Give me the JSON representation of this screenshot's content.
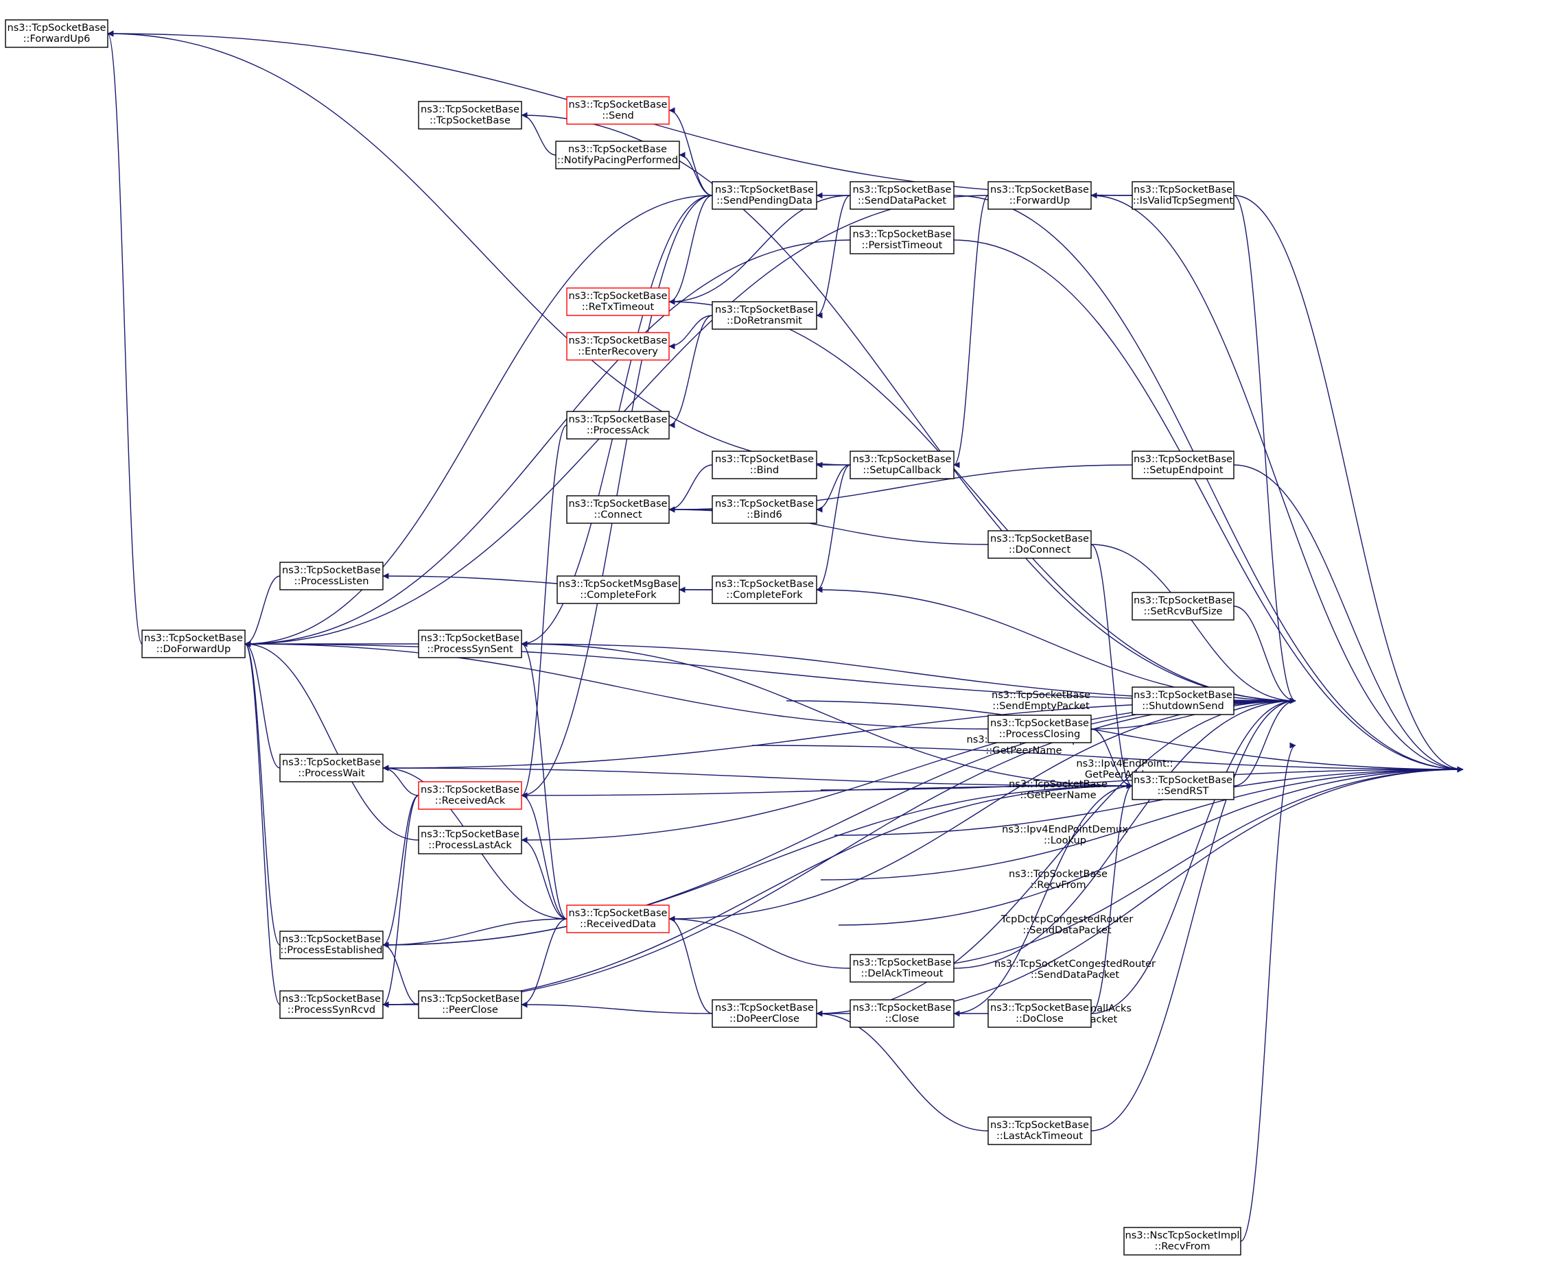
{
  "colors": {
    "edge": "#191970",
    "node_border": "#000000",
    "node_border_highlight": "#ff0000",
    "node_fill": "#ffffff",
    "focus_fill": "#bfbfbf"
  },
  "nodes": [
    {
      "id": "getpeeraddress",
      "label": "ns3::Ipv4EndPoint::\nGetPeerAddress",
      "focus": true
    },
    {
      "id": "sendemptypacket",
      "label": "ns3::TcpSocketBase\n::SendEmptyPacket"
    },
    {
      "id": "nscgetpeername",
      "label": "ns3::NscTcpSocketImpl\n::GetPeerName"
    },
    {
      "id": "tcpgetpeername",
      "label": "ns3::TcpSocketBase\n::GetPeerName"
    },
    {
      "id": "demuxlookup",
      "label": "ns3::Ipv4EndPointDemux\n::Lookup"
    },
    {
      "id": "recvfrom",
      "label": "ns3::TcpSocketBase\n::RecvFrom"
    },
    {
      "id": "dctcpsend",
      "label": "TcpDctcpCongestedRouter\n::SendDataPacket"
    },
    {
      "id": "congestedsend",
      "label": "ns3::TcpSocketCongestedRouter\n::SendDataPacket"
    },
    {
      "id": "smallacks",
      "label": "ns3::TcpSocketSmallAcks\n::SendEmptyPacket"
    },
    {
      "id": "isvalid",
      "label": "ns3::TcpSocketBase\n::IsValidTcpSegment"
    },
    {
      "id": "setupendpoint",
      "label": "ns3::TcpSocketBase\n::SetupEndpoint"
    },
    {
      "id": "setrcvbuf",
      "label": "ns3::TcpSocketBase\n::SetRcvBufSize"
    },
    {
      "id": "shutdownsend",
      "label": "ns3::TcpSocketBase\n::ShutdownSend"
    },
    {
      "id": "sendrst",
      "label": "ns3::TcpSocketBase\n::SendRST"
    },
    {
      "id": "nscrecvfrom",
      "label": "ns3::NscTcpSocketImpl\n::RecvFrom"
    },
    {
      "id": "forwardup",
      "label": "ns3::TcpSocketBase\n::ForwardUp"
    },
    {
      "id": "doconnect",
      "label": "ns3::TcpSocketBase\n::DoConnect"
    },
    {
      "id": "processclosing",
      "label": "ns3::TcpSocketBase\n::ProcessClosing"
    },
    {
      "id": "doclose",
      "label": "ns3::TcpSocketBase\n::DoClose"
    },
    {
      "id": "lastacktimeout",
      "label": "ns3::TcpSocketBase\n::LastAckTimeout"
    },
    {
      "id": "senddatapacket",
      "label": "ns3::TcpSocketBase\n::SendDataPacket"
    },
    {
      "id": "persisttimeout",
      "label": "ns3::TcpSocketBase\n::PersistTimeout"
    },
    {
      "id": "setupcallback",
      "label": "ns3::TcpSocketBase\n::SetupCallback"
    },
    {
      "id": "delacktimeout",
      "label": "ns3::TcpSocketBase\n::DelAckTimeout"
    },
    {
      "id": "close",
      "label": "ns3::TcpSocketBase\n::Close"
    },
    {
      "id": "sendpendingdata",
      "label": "ns3::TcpSocketBase\n::SendPendingData"
    },
    {
      "id": "doretransmit",
      "label": "ns3::TcpSocketBase\n::DoRetransmit"
    },
    {
      "id": "bind",
      "label": "ns3::TcpSocketBase\n::Bind"
    },
    {
      "id": "bind6",
      "label": "ns3::TcpSocketBase\n::Bind6"
    },
    {
      "id": "completefork",
      "label": "ns3::TcpSocketBase\n::CompleteFork"
    },
    {
      "id": "dopeerclose",
      "label": "ns3::TcpSocketBase\n::DoPeerClose"
    },
    {
      "id": "send",
      "label": "ns3::TcpSocketBase\n::Send",
      "highlight": true
    },
    {
      "id": "notifypacing",
      "label": "ns3::TcpSocketBase\n::NotifyPacingPerformed"
    },
    {
      "id": "retxtimeout",
      "label": "ns3::TcpSocketBase\n::ReTxTimeout",
      "highlight": true
    },
    {
      "id": "enterrecovery",
      "label": "ns3::TcpSocketBase\n::EnterRecovery",
      "highlight": true
    },
    {
      "id": "processack",
      "label": "ns3::TcpSocketBase\n::ProcessAck"
    },
    {
      "id": "connect",
      "label": "ns3::TcpSocketBase\n::Connect"
    },
    {
      "id": "msgcompletefork",
      "label": "ns3::TcpSocketMsgBase\n::CompleteFork"
    },
    {
      "id": "receiveddata",
      "label": "ns3::TcpSocketBase\n::ReceivedData",
      "highlight": true
    },
    {
      "id": "tcpsocketbase",
      "label": "ns3::TcpSocketBase\n::TcpSocketBase"
    },
    {
      "id": "processsynsent",
      "label": "ns3::TcpSocketBase\n::ProcessSynSent"
    },
    {
      "id": "receivedack",
      "label": "ns3::TcpSocketBase\n::ReceivedAck",
      "highlight": true
    },
    {
      "id": "processlastack",
      "label": "ns3::TcpSocketBase\n::ProcessLastAck"
    },
    {
      "id": "peerclose",
      "label": "ns3::TcpSocketBase\n::PeerClose"
    },
    {
      "id": "processlisten",
      "label": "ns3::TcpSocketBase\n::ProcessListen"
    },
    {
      "id": "processwait",
      "label": "ns3::TcpSocketBase\n::ProcessWait"
    },
    {
      "id": "processestablished",
      "label": "ns3::TcpSocketBase\n::ProcessEstablished"
    },
    {
      "id": "processsynrcvd",
      "label": "ns3::TcpSocketBase\n::ProcessSynRcvd"
    },
    {
      "id": "doforwardup",
      "label": "ns3::TcpSocketBase\n::DoForwardUp"
    },
    {
      "id": "forwardup6",
      "label": "ns3::TcpSocketBase\n::ForwardUp6"
    }
  ],
  "edges": [
    [
      "sendemptypacket",
      "getpeeraddress"
    ],
    [
      "nscgetpeername",
      "getpeeraddress"
    ],
    [
      "tcpgetpeername",
      "getpeeraddress"
    ],
    [
      "demuxlookup",
      "getpeeraddress"
    ],
    [
      "recvfrom",
      "getpeeraddress"
    ],
    [
      "dctcpsend",
      "getpeeraddress"
    ],
    [
      "congestedsend",
      "getpeeraddress"
    ],
    [
      "smallacks",
      "getpeeraddress"
    ],
    [
      "isvalid",
      "getpeeraddress"
    ],
    [
      "setupendpoint",
      "getpeeraddress"
    ],
    [
      "senddatapacket",
      "getpeeraddress"
    ],
    [
      "persisttimeout",
      "getpeeraddress"
    ],
    [
      "forwardup",
      "getpeeraddress"
    ],
    [
      "setrcvbuf",
      "sendemptypacket"
    ],
    [
      "shutdownsend",
      "sendemptypacket"
    ],
    [
      "sendrst",
      "sendemptypacket"
    ],
    [
      "isvalid",
      "sendemptypacket"
    ],
    [
      "doconnect",
      "sendemptypacket"
    ],
    [
      "processclosing",
      "sendemptypacket"
    ],
    [
      "doclose",
      "sendemptypacket"
    ],
    [
      "lastacktimeout",
      "sendemptypacket"
    ],
    [
      "delacktimeout",
      "sendemptypacket"
    ],
    [
      "dopeerclose",
      "sendemptypacket"
    ],
    [
      "completefork",
      "sendemptypacket"
    ],
    [
      "retxtimeout",
      "sendemptypacket"
    ],
    [
      "tcpsocketbase",
      "sendemptypacket"
    ],
    [
      "processsynsent",
      "sendemptypacket"
    ],
    [
      "doforwardup",
      "sendemptypacket"
    ],
    [
      "processwait",
      "sendemptypacket"
    ],
    [
      "processlastack",
      "sendemptypacket"
    ],
    [
      "processestablished",
      "sendemptypacket"
    ],
    [
      "processsynrcvd",
      "sendemptypacket"
    ],
    [
      "receiveddata",
      "sendemptypacket"
    ],
    [
      "nscrecvfrom",
      "nscgetpeername"
    ],
    [
      "isvalid",
      "forwardup"
    ],
    [
      "isvalid",
      "forwardup6"
    ],
    [
      "setupendpoint",
      "connect"
    ],
    [
      "doconnect",
      "sendrst"
    ],
    [
      "processclosing",
      "sendrst"
    ],
    [
      "close",
      "sendrst"
    ],
    [
      "doclose",
      "sendrst"
    ],
    [
      "sendrst",
      "processsynsent"
    ],
    [
      "sendrst",
      "processwait"
    ],
    [
      "sendrst",
      "receivedack"
    ],
    [
      "sendrst",
      "processestablished"
    ],
    [
      "sendrst",
      "processsynrcvd"
    ],
    [
      "forwardup",
      "setupcallback"
    ],
    [
      "forwardup",
      "doforwardup"
    ],
    [
      "doconnect",
      "connect"
    ],
    [
      "doclose",
      "close"
    ],
    [
      "lastacktimeout",
      "dopeerclose"
    ],
    [
      "senddatapacket",
      "sendpendingdata"
    ],
    [
      "senddatapacket",
      "doretransmit"
    ],
    [
      "senddatapacket",
      "retxtimeout"
    ],
    [
      "persisttimeout",
      "doforwardup"
    ],
    [
      "setupcallback",
      "bind"
    ],
    [
      "setupcallback",
      "bind6"
    ],
    [
      "setupcallback",
      "completefork"
    ],
    [
      "setupcallback",
      "forwardup6"
    ],
    [
      "delacktimeout",
      "receiveddata"
    ],
    [
      "close",
      "dopeerclose"
    ],
    [
      "sendpendingdata",
      "send"
    ],
    [
      "sendpendingdata",
      "notifypacing"
    ],
    [
      "sendpendingdata",
      "retxtimeout"
    ],
    [
      "sendpendingdata",
      "doforwardup"
    ],
    [
      "sendpendingdata",
      "processsynsent"
    ],
    [
      "sendpendingdata",
      "receivedack"
    ],
    [
      "doretransmit",
      "enterrecovery"
    ],
    [
      "doretransmit",
      "processack"
    ],
    [
      "bind",
      "connect"
    ],
    [
      "bind6",
      "connect"
    ],
    [
      "completefork",
      "msgcompletefork"
    ],
    [
      "completefork",
      "processlisten"
    ],
    [
      "dopeerclose",
      "peerclose"
    ],
    [
      "dopeerclose",
      "receiveddata"
    ],
    [
      "notifypacing",
      "tcpsocketbase"
    ],
    [
      "processack",
      "receivedack"
    ],
    [
      "receiveddata",
      "processsynsent"
    ],
    [
      "receiveddata",
      "processwait"
    ],
    [
      "receiveddata",
      "receivedack"
    ],
    [
      "receiveddata",
      "processlastack"
    ],
    [
      "receiveddata",
      "processestablished"
    ],
    [
      "receiveddata",
      "peerclose"
    ],
    [
      "processsynsent",
      "doforwardup"
    ],
    [
      "processclosing",
      "doforwardup"
    ],
    [
      "receivedack",
      "processwait"
    ],
    [
      "receivedack",
      "processestablished"
    ],
    [
      "receivedack",
      "processsynrcvd"
    ],
    [
      "peerclose",
      "processestablished"
    ],
    [
      "peerclose",
      "processsynrcvd"
    ],
    [
      "processlisten",
      "doforwardup"
    ],
    [
      "processwait",
      "doforwardup"
    ],
    [
      "processlastack",
      "doforwardup"
    ],
    [
      "processestablished",
      "doforwardup"
    ],
    [
      "processsynrcvd",
      "doforwardup"
    ],
    [
      "doforwardup",
      "forwardup6"
    ]
  ]
}
